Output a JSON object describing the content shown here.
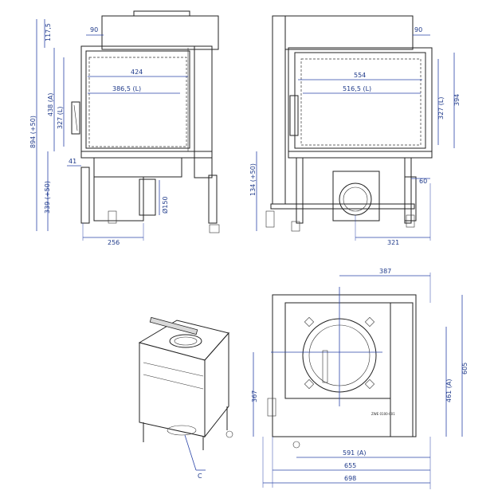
{
  "drawing": {
    "front_view": {
      "d_90": "90",
      "d_117_5": "117,5",
      "d_424": "424",
      "d_386_5": "386,5 (L)",
      "d_438": "438 (A)",
      "d_327": "327 (L)",
      "d_894": "894 (+50)",
      "d_41": "41",
      "d_339": "339 (+50)",
      "d_150": "Ø150",
      "d_256": "256"
    },
    "side_view": {
      "d_90": "90",
      "d_554": "554",
      "d_516_5": "516,5 (L)",
      "d_327": "327 (L)",
      "d_394": "394",
      "d_134": "134 (+50)",
      "d_60": "60",
      "d_321": "321"
    },
    "top_view": {
      "d_387": "387",
      "d_605": "605",
      "d_461": "461 (A)",
      "d_367": "367",
      "d_591": "591 (A)",
      "d_655": "655",
      "d_698": "698",
      "plate_label": "ZWE 0100-001"
    },
    "iso_view": {
      "callout_c": "C"
    }
  }
}
